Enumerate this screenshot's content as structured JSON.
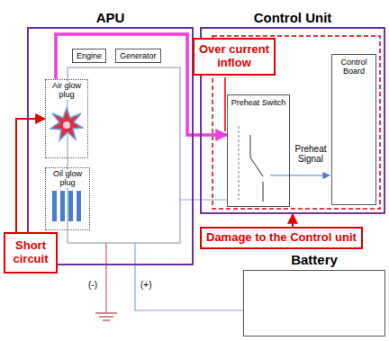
{
  "diagram": {
    "nodes": [
      {
        "text": [
          "APU"
        ]
      },
      {
        "text": [
          "Engine"
        ],
        "in": 0
      },
      {
        "text": [
          "Generator"
        ],
        "in": 0
      },
      {
        "text": [
          "Air glow plug"
        ],
        "in": 0
      },
      {
        "text": [
          "Oil glow plug"
        ],
        "in": 0
      },
      {
        "text": [
          "Control Unit"
        ]
      },
      {
        "text": [
          "Preheat Switch"
        ],
        "in": 5
      },
      {
        "text": [
          "Control Board"
        ],
        "in": 5
      },
      {
        "text": [
          "Over current inflow"
        ]
      },
      {
        "text": [
          "Short circuit"
        ]
      },
      {
        "text": [
          "Damage to the Control unit"
        ]
      },
      {
        "text": [
          "Battery"
        ]
      }
    ],
    "edges": [
      {
        "from": 3,
        "to": 6,
        "arrow": "to"
      },
      {
        "from": 9,
        "to": 3,
        "arrow": "to"
      },
      {
        "from": 10,
        "to": 5,
        "arrow": "to"
      },
      {
        "from": 11,
        "to": 0,
        "arrow": "none"
      }
    ],
    "labels": [
      "Preheat Signal",
      "(-)",
      "(+)"
    ]
  }
}
